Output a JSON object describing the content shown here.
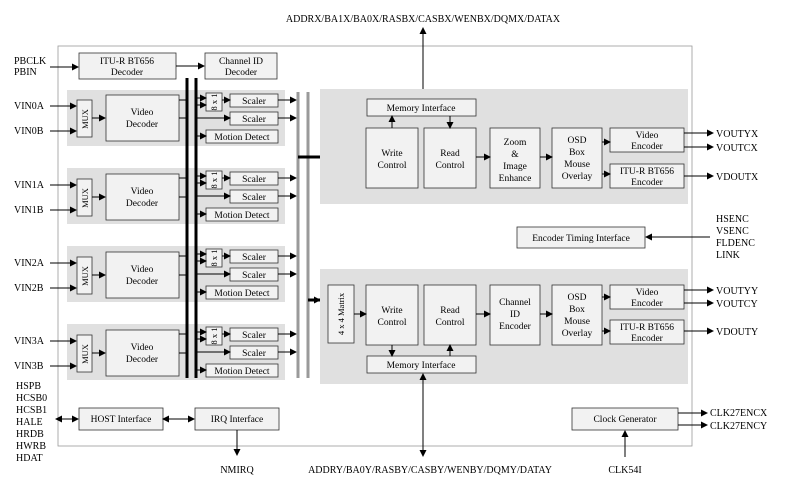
{
  "top_bus": "ADDRX/BA1X/BA0X/RASBX/CASBX/WENBX/DQMX/DATAX",
  "bottom_bus": "ADDRY/BA0Y/RASBY/CASBY/WENBY/DQMY/DATAY",
  "pb_inputs": [
    "PBCLK",
    "PBIN"
  ],
  "itu_decoder": [
    "ITU-R BT656",
    "Decoder"
  ],
  "channel_id_decoder": [
    "Channel ID",
    "Decoder"
  ],
  "channels": [
    {
      "inputs": [
        "VIN0A",
        "VIN0B"
      ]
    },
    {
      "inputs": [
        "VIN1A",
        "VIN1B"
      ]
    },
    {
      "inputs": [
        "VIN2A",
        "VIN2B"
      ]
    },
    {
      "inputs": [
        "VIN3A",
        "VIN3B"
      ]
    }
  ],
  "mux": "MUX",
  "video_decoder": [
    "Video",
    "Decoder"
  ],
  "scaler": "Scaler",
  "motion_detect": "Motion Detect",
  "switch": "8 x 1",
  "matrix": "4 x 4 Matrix",
  "memory_interface": "Memory Interface",
  "write_control": [
    "Write",
    "Control"
  ],
  "read_control": [
    "Read",
    "Control"
  ],
  "zoom": [
    "Zoom",
    "&",
    "Image",
    "Enhance"
  ],
  "channel_id_encoder": [
    "Channel",
    "ID",
    "Encoder"
  ],
  "osd": [
    "OSD",
    "Box",
    "Mouse",
    "Overlay"
  ],
  "video_encoder": [
    "Video",
    "Encoder"
  ],
  "itu_encoder": [
    "ITU-R BT656",
    "Encoder"
  ],
  "outputs_x": [
    "VOUTYX",
    "VOUTCX",
    "VDOUTX"
  ],
  "outputs_y": [
    "VOUTYY",
    "VOUTCY",
    "VDOUTY"
  ],
  "encoder_timing": "Encoder Timing Interface",
  "timing_signals": [
    "HSENC",
    "VSENC",
    "FLDENC",
    "LINK"
  ],
  "host_signals": [
    "HSPB",
    "HCSB0",
    "HCSB1",
    "HALE",
    "HRDB",
    "HWRB",
    "HDAT"
  ],
  "host_interface": "HOST Interface",
  "irq_interface": "IRQ Interface",
  "nmirq": "NMIRQ",
  "clock_generator": "Clock Generator",
  "clock_outputs": [
    "CLK27ENCX",
    "CLK27ENCY"
  ],
  "clock_input": "CLK54I"
}
